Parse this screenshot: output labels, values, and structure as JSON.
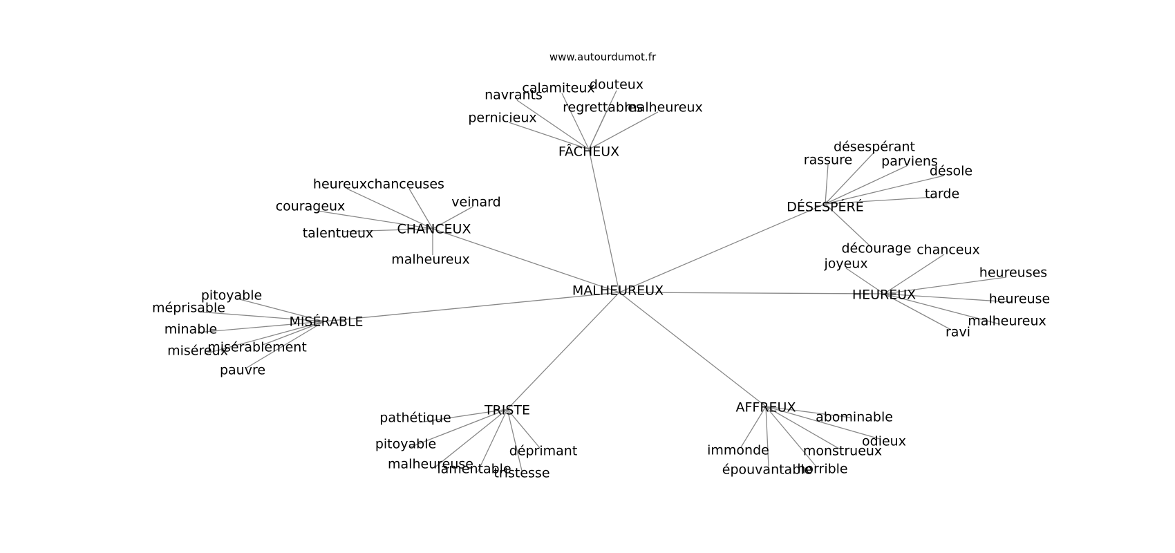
{
  "site": "www.autourdumot.fr",
  "colors": {
    "edge": "#888888",
    "text": "#000000",
    "background": "#ffffff"
  },
  "center": "MALHEUREUX",
  "clusters": [
    {
      "label": "FÂCHEUX",
      "words": [
        "pernicieux",
        "navrants",
        "calamiteux",
        "douteux",
        "regrettables",
        "malheureux"
      ]
    },
    {
      "label": "DÉSESPÉRÉ",
      "words": [
        "rassure",
        "désespérant",
        "parviens",
        "désole",
        "tarde",
        "décourage"
      ]
    },
    {
      "label": "CHANCEUX",
      "words": [
        "heureux",
        "chanceuses",
        "veinard",
        "courageux",
        "talentueux",
        "malheureux"
      ]
    },
    {
      "label": "HEUREUX",
      "words": [
        "joyeux",
        "chanceux",
        "heureuses",
        "heureuse",
        "malheureux",
        "ravi"
      ]
    },
    {
      "label": "MISÉRABLE",
      "words": [
        "pitoyable",
        "méprisable",
        "minable",
        "miséreux",
        "misérablement",
        "pauvre"
      ]
    },
    {
      "label": "TRISTE",
      "words": [
        "pathétique",
        "pitoyable",
        "malheureuse",
        "lamentable",
        "tristesse",
        "déprimant"
      ]
    },
    {
      "label": "AFFREUX",
      "words": [
        "immonde",
        "épouvantable",
        "horrible",
        "monstrueux",
        "odieux",
        "abominable"
      ]
    }
  ]
}
